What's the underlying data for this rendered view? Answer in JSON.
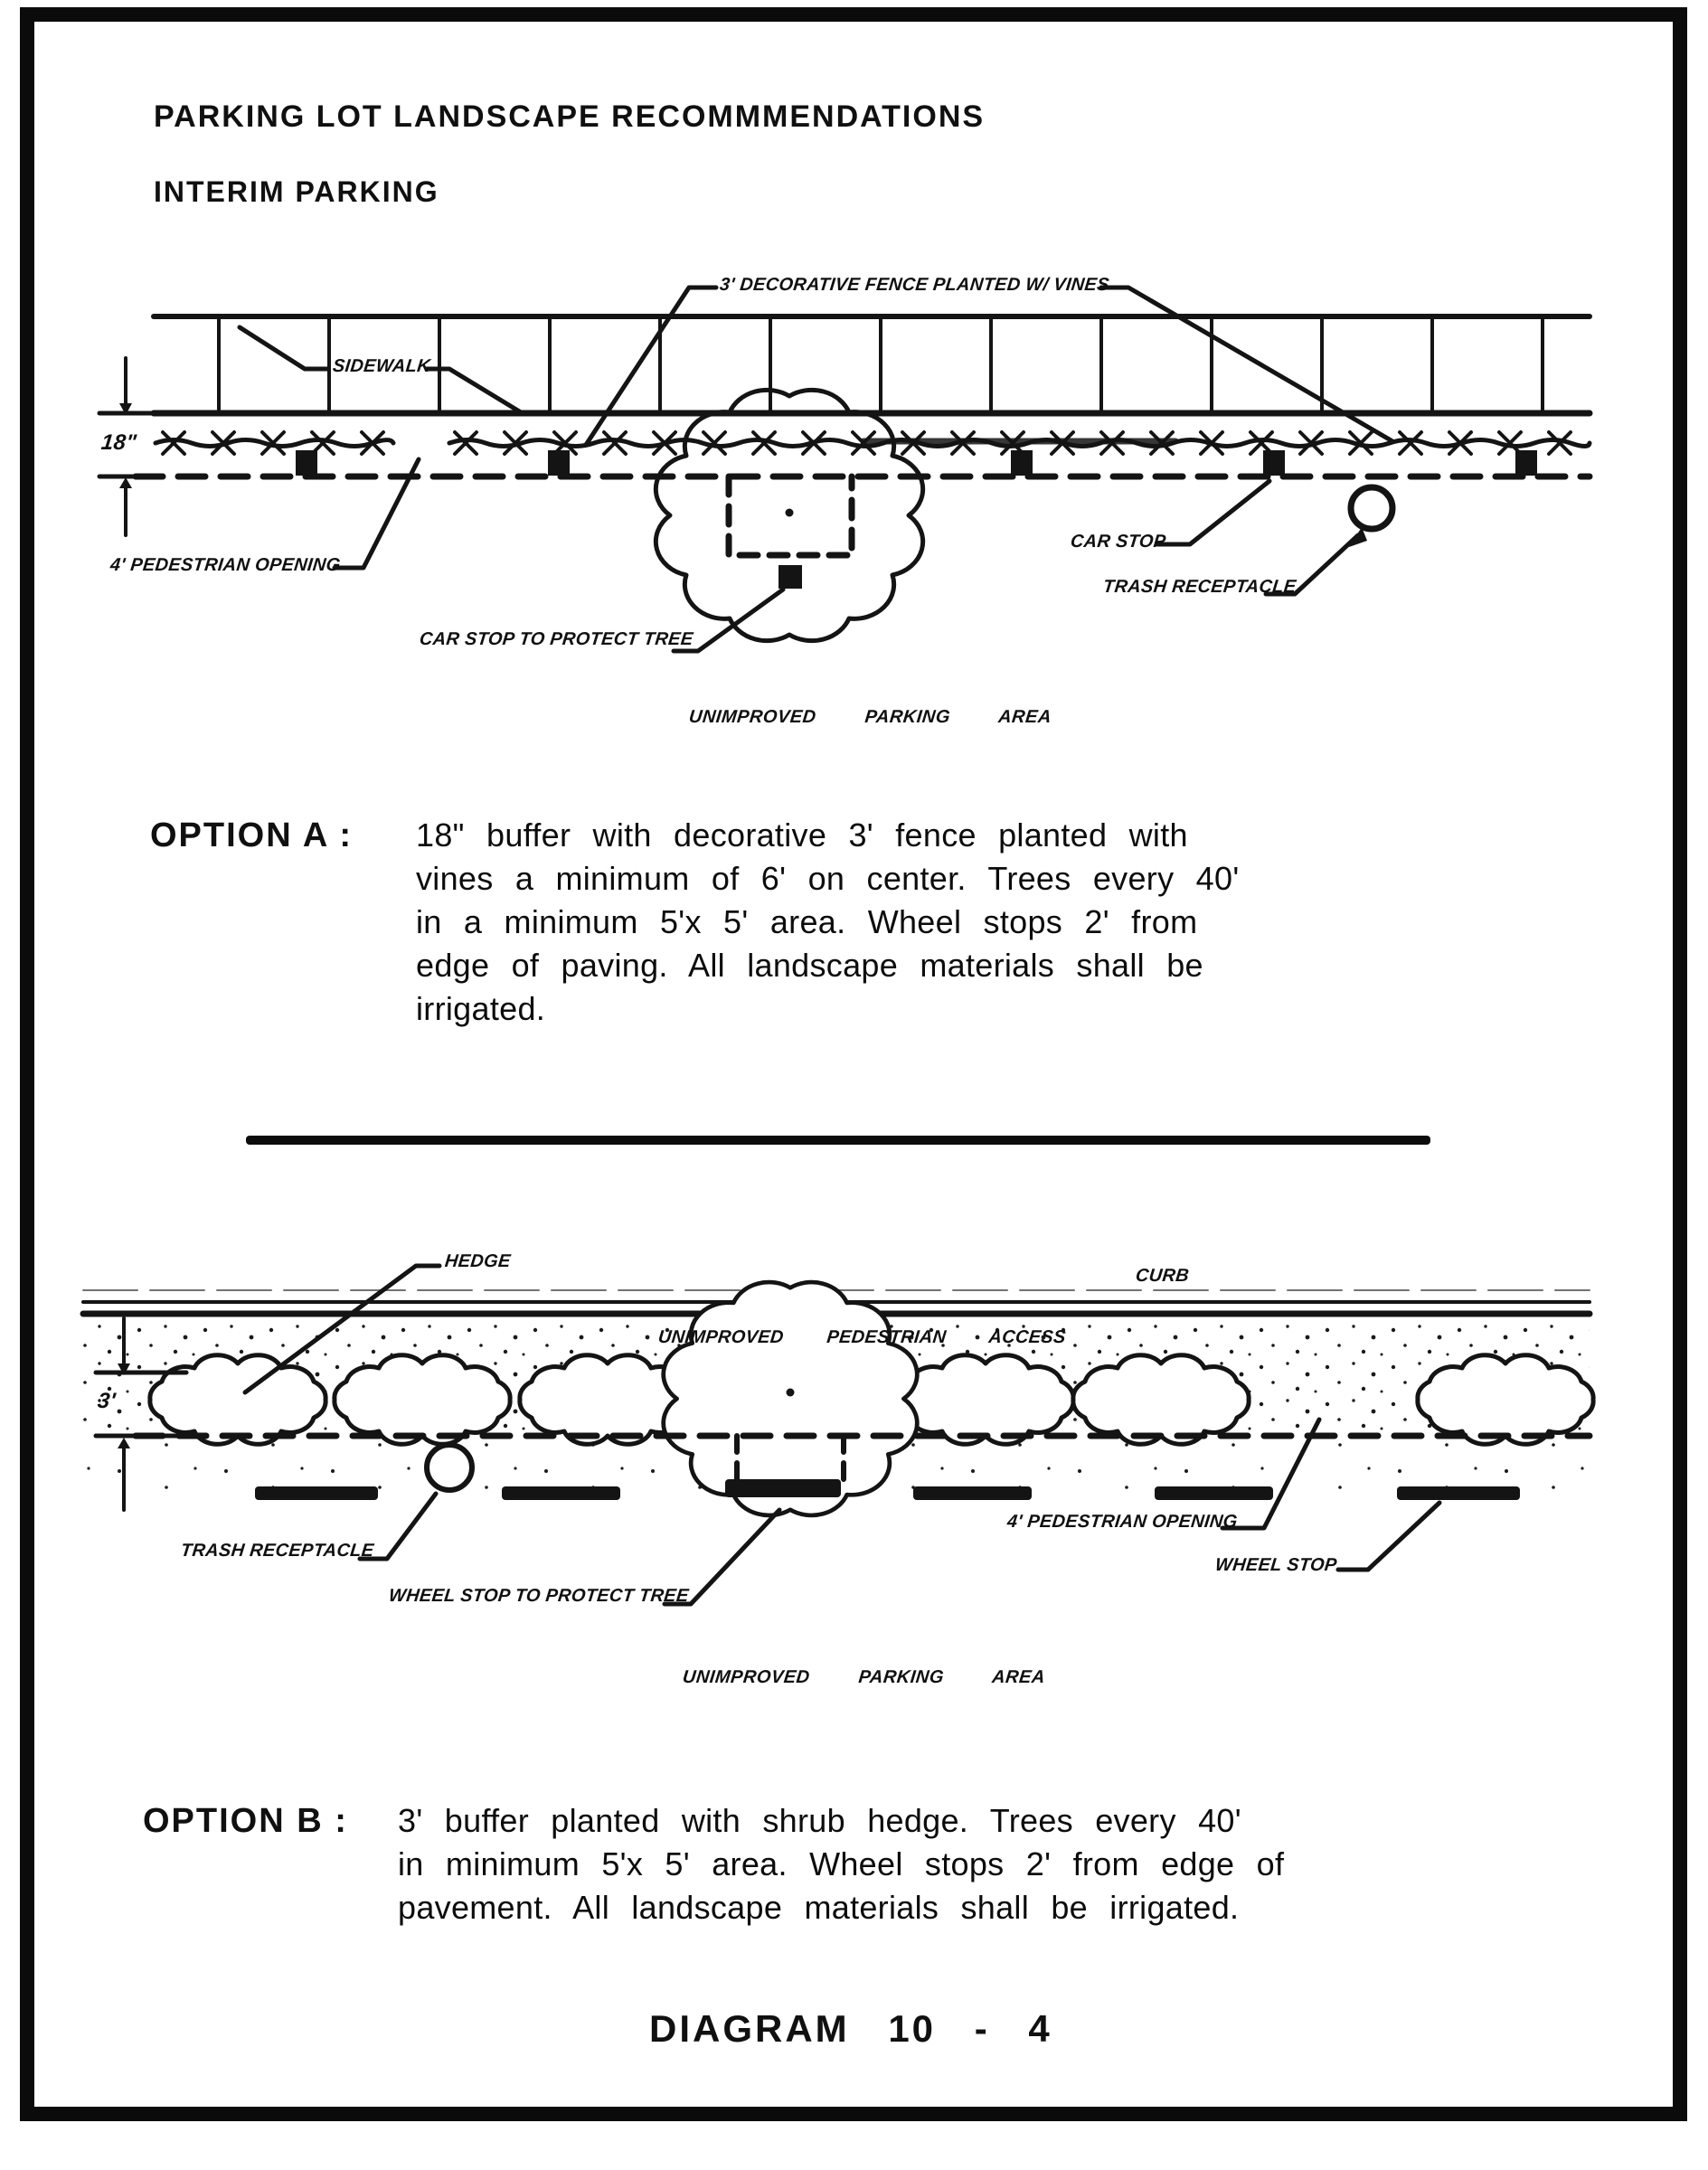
{
  "page": {
    "title": "PARKING LOT LANDSCAPE RECOMMMENDATIONS",
    "subtitle": "INTERIM PARKING",
    "footer": "DIAGRAM 10 - 4",
    "ink_color": "#111111",
    "paper_color": "#ffffff"
  },
  "diagram_a": {
    "labels": {
      "fence": "3' DECORATIVE FENCE PLANTED W/ VINES",
      "sidewalk": "SIDEWALK",
      "buffer_dim": "18\"",
      "pedestrian_opening": "4' PEDESTRIAN OPENING",
      "car_stop_tree": "CAR STOP TO PROTECT TREE",
      "car_stop": "CAR STOP",
      "trash": "TRASH RECEPTACLE",
      "area": "UNIMPROVED PARKING AREA"
    }
  },
  "option_a": {
    "label": "OPTION A :",
    "lines": [
      "18\" buffer with decorative 3' fence planted with",
      "vines a minimum of 6' on center. Trees every 40'",
      "in a minimum 5'x 5' area. Wheel stops 2' from",
      "edge of paving. All landscape materials shall be",
      "irrigated."
    ]
  },
  "diagram_b": {
    "labels": {
      "hedge": "HEDGE",
      "curb": "CURB",
      "access": "UNIMPROVED PEDESTRIAN ACCESS",
      "buffer_dim": "3'",
      "trash": "TRASH RECEPTACLE",
      "wheel_stop_tree": "WHEEL STOP TO PROTECT TREE",
      "pedestrian_opening": "4' PEDESTRIAN OPENING",
      "wheel_stop": "WHEEL STOP",
      "area": "UNIMPROVED PARKING AREA"
    }
  },
  "option_b": {
    "label": "OPTION B :",
    "lines": [
      "3' buffer planted with shrub hedge. Trees every 40'",
      "in minimum 5'x 5' area. Wheel stops 2' from edge of",
      "pavement. All landscape materials shall be irrigated."
    ]
  }
}
